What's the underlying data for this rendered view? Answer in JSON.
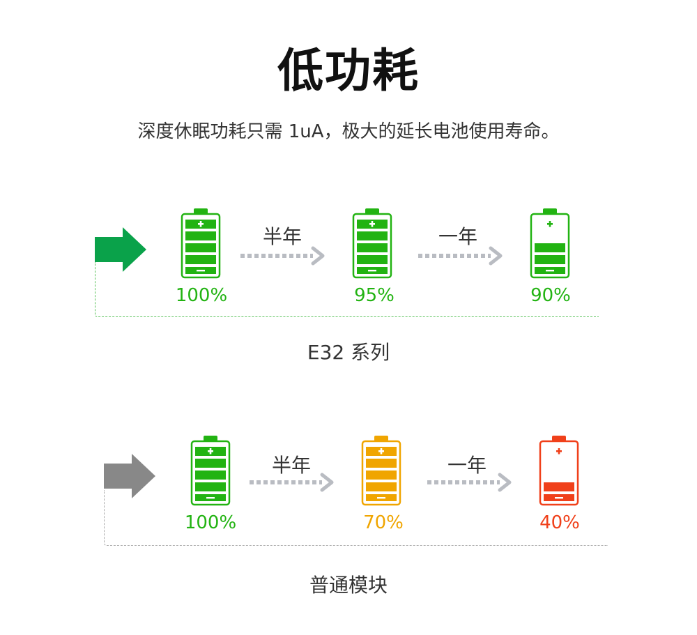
{
  "header": {
    "title": "低功耗",
    "subtitle": "深度休眠功耗只需 1uA，极大的延长电池使用寿命。"
  },
  "colors": {
    "e32_arrow": "#0aa24a",
    "normal_arrow": "#888888",
    "green": "#22b312",
    "orange": "#f0a500",
    "red": "#f0401a",
    "dash_arrow": "#b9bcc2",
    "e32_bracket": "#5cc35c",
    "normal_bracket": "#aaaaaa"
  },
  "rows": [
    {
      "label": "E32 系列",
      "periods": [
        "半年",
        "一年"
      ],
      "batteries": [
        {
          "percent": "100%",
          "color": "green",
          "filled_bars": 4
        },
        {
          "percent": "95%",
          "color": "green",
          "filled_bars": 4
        },
        {
          "percent": "90%",
          "color": "green",
          "filled_bars": 3
        }
      ]
    },
    {
      "label": "普通模块",
      "periods": [
        "半年",
        "一年"
      ],
      "batteries": [
        {
          "percent": "100%",
          "color": "green",
          "filled_bars": 4
        },
        {
          "percent": "70%",
          "color": "orange",
          "filled_bars": 4
        },
        {
          "percent": "40%",
          "color": "red",
          "filled_bars": 2
        }
      ]
    }
  ]
}
